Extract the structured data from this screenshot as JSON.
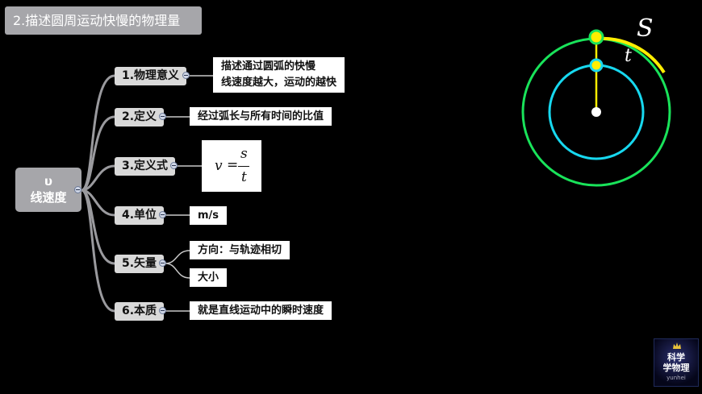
{
  "title": "2.描述圆周运动快慢的物理量",
  "root": {
    "symbol": "υ",
    "label": "线速度"
  },
  "branches": [
    {
      "label": "1.物理意义",
      "leaves": [
        "描述通过圆弧的快慢",
        "线速度越大，运动的越快"
      ]
    },
    {
      "label": "2.定义",
      "leaves": [
        "经过弧长与所有时间的比值"
      ]
    },
    {
      "label": "3.定义式",
      "formula": {
        "lhs": "v",
        "eq": "=",
        "num": "s",
        "den": "t"
      }
    },
    {
      "label": "4.单位",
      "leaves": [
        "m/s"
      ]
    },
    {
      "label": "5.矢量",
      "leaves": [
        "方向：与轨迹相切",
        "大小"
      ]
    },
    {
      "label": "6.本质",
      "leaves": [
        "就是直线运动中的瞬时速度"
      ]
    }
  ],
  "motion": {
    "arc_label": "S",
    "time_label": "t"
  },
  "colors": {
    "outer_orbit": "#19e35a",
    "inner_orbit": "#17d8ef",
    "arc": "#ffee00",
    "radius_line": "#ffee00"
  },
  "logo": {
    "line1": "科学",
    "line2": "学物理",
    "line3": "yunhei"
  }
}
